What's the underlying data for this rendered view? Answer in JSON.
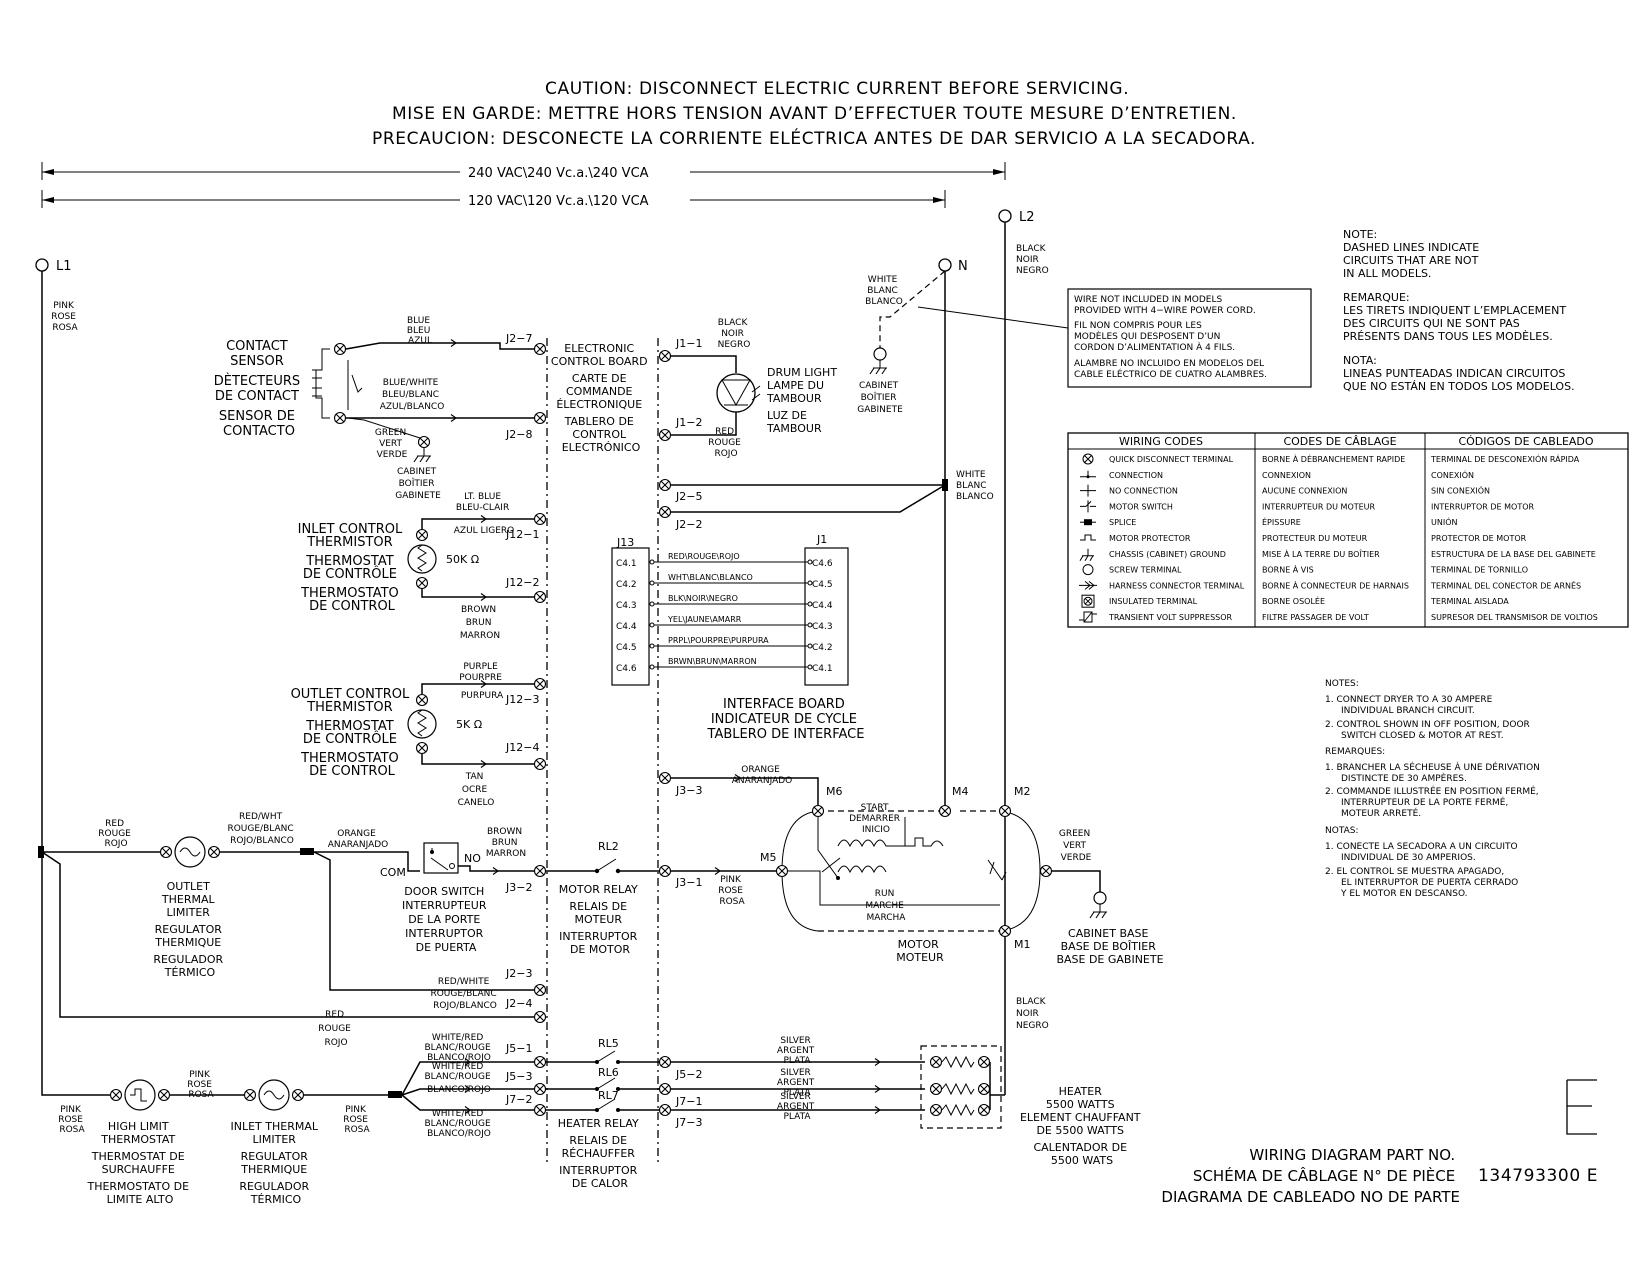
{
  "caution": [
    "CAUTION: DISCONNECT ELECTRIC CURRENT BEFORE SERVICING.",
    "MISE EN GARDE: METTRE HORS TENSION AVANT D’EFFECTUER TOUTE MESURE D’ENTRETIEN.",
    "PRECAUCION: DESCONECTE LA CORRIENTE ELÉCTRICA ANTES DE DAR SERVICIO A LA SECADORA."
  ],
  "voltage_240": "240 VAC\\240 Vc.a.\\240 VCA",
  "voltage_120": "120 VAC\\120 Vc.a.\\120 VCA",
  "terminals": {
    "l1": "L1",
    "l2": "L2",
    "n": "N"
  },
  "wires": {
    "pink_l1": [
      "PINK",
      "ROSE",
      "ROSA"
    ],
    "black_l2": [
      "BLACK",
      "NOIR",
      "NEGRO"
    ],
    "white_n": [
      "WHITE",
      "BLANC",
      "BLANCO"
    ],
    "blue": [
      "BLUE",
      "BLEU",
      "AZUL"
    ],
    "blue_white": [
      "BLUE/WHITE",
      "BLEU/BLANC",
      "AZUL/BLANCO"
    ],
    "green_sensor": [
      "GREEN",
      "VERT",
      "VERDE"
    ],
    "cabinet_sensor": [
      "CABINET",
      "BOÎTIER",
      "GABINETE"
    ],
    "black_light": [
      "BLACK",
      "NOIR",
      "NEGRO"
    ],
    "red_light": [
      "RED",
      "ROUGE",
      "ROJO"
    ],
    "white_board": [
      "WHITE",
      "BLANC",
      "BLANCO"
    ],
    "cabinet_n": [
      "CABINET",
      "BOÎTIER",
      "GABINETE"
    ],
    "lt_blue": [
      "LT. BLUE",
      "BLEU-CLAIR",
      "AZUL LIGERO"
    ],
    "brown_inlet": [
      "BROWN",
      "BRUN",
      "MARRON"
    ],
    "purple": [
      "PURPLE",
      "POURPRE",
      "PURPURA"
    ],
    "tan": [
      "TAN",
      "OCRE",
      "CANELO"
    ],
    "red_left": [
      "RED",
      "ROUGE",
      "ROJO"
    ],
    "red_wht_left": [
      "RED/WHT",
      "ROUGE/BLANC",
      "ROJO/BLANCO"
    ],
    "orange_door": [
      "ORANGE",
      "ANARANJADO"
    ],
    "brown_door": [
      "BROWN",
      "BRUN",
      "MARRON"
    ],
    "red_white_j23": [
      "RED/WHITE",
      "ROUGE/BLANC",
      "ROJO/BLANCO"
    ],
    "red_j24": [
      "RED",
      "ROUGE",
      "ROJO"
    ],
    "orange_j33": [
      "ORANGE",
      "ANARANJADO"
    ],
    "pink_j31": [
      "PINK",
      "ROSE",
      "ROSA"
    ],
    "green_motor": [
      "GREEN",
      "VERT",
      "VERDE"
    ],
    "black_m1": [
      "BLACK",
      "NOIR",
      "NEGRO"
    ],
    "pink_bottom_left": [
      "PINK",
      "ROSE",
      "ROSA"
    ],
    "pink_mid1": [
      "PINK",
      "ROSE",
      "ROSA"
    ],
    "pink_mid2": [
      "PINK",
      "ROSE",
      "ROSA"
    ],
    "white_red_1": [
      "WHITE/RED",
      "BLANC/ROUGE",
      "BLANCO/ROJO"
    ],
    "white_red_2": [
      "WHITE/RED",
      "BLANC/ROUGE",
      "BLANCO/ROJO"
    ],
    "white_red_3": [
      "WHITE/RED",
      "BLANC/ROUGE",
      "BLANCO/ROJO"
    ],
    "silver_1": [
      "SILVER",
      "ARGENT",
      "PLATA"
    ],
    "silver_2": [
      "SILVER",
      "ARGENT",
      "PLATA"
    ],
    "silver_3": [
      "SILVER",
      "ARGENT",
      "PLATA"
    ]
  },
  "components": {
    "contact_sensor": [
      "CONTACT",
      "SENSOR",
      "DÈTECTEURS",
      "DE CONTACT",
      "SENSOR DE",
      "CONTACTO"
    ],
    "control_board": [
      "ELECTRONIC",
      "CONTROL BOARD",
      "CARTE DE",
      "COMMANDE",
      "ÉLECTRONIQUE",
      "TABLERO DE",
      "CONTROL",
      "ELECTRÓNICO"
    ],
    "drum_light": [
      "DRUM LIGHT",
      "LAMPE DU",
      "TAMBOUR",
      "LUZ DE",
      "TAMBOUR"
    ],
    "inlet_thermistor": [
      "INLET CONTROL",
      "THERMISTOR",
      "THERMOSTAT",
      "DE CONTRÔLE",
      "THERMOSTATO",
      "DE CONTROL"
    ],
    "inlet_ohms": "50K Ω",
    "outlet_thermistor": [
      "OUTLET CONTROL",
      "THERMISTOR",
      "THERMOSTAT",
      "DE CONTRÔLE",
      "THERMOSTATO",
      "DE CONTROL"
    ],
    "outlet_ohms": "5K Ω",
    "interface_board": [
      "INTERFACE BOARD",
      "INDICATEUR DE CYCLE",
      "TABLERO DE INTERFACE"
    ],
    "outlet_limiter": [
      "OUTLET",
      "THERMAL",
      "LIMITER",
      "REGULATOR",
      "THERMIQUE",
      "REGULADOR",
      "TÉRMICO"
    ],
    "door_switch": [
      "DOOR SWITCH",
      "INTERRUPTEUR",
      "DE LA PORTE",
      "INTERRUPTOR",
      "DE PUERTA"
    ],
    "motor_relay": [
      "MOTOR RELAY",
      "RELAIS DE",
      "MOTEUR",
      "INTERRUPTOR",
      "DE MOTOR"
    ],
    "motor": [
      "MOTOR",
      "MOTEUR"
    ],
    "start": [
      "START",
      "DEMARRER",
      "INICIO"
    ],
    "run": [
      "RUN",
      "MARCHE",
      "MARCHA"
    ],
    "cabinet_base": [
      "CABINET BASE",
      "BASE DE BOÎTIER",
      "BASE DE GABINETE"
    ],
    "high_limit": [
      "HIGH LIMIT",
      "THERMOSTAT",
      "THERMOSTAT DE",
      "SURCHAUFFE",
      "THERMOSTATO DE",
      "LIMITE ALTO"
    ],
    "inlet_limiter": [
      "INLET THERMAL",
      "LIMITER",
      "REGULATOR",
      "THERMIQUE",
      "REGULADOR",
      "TÉRMICO"
    ],
    "heater_relay": [
      "HEATER RELAY",
      "RELAIS DE",
      "RÉCHAUFFER",
      "INTERRUPTOR",
      "DE CALOR"
    ],
    "heater": [
      "HEATER",
      "5500 WATTS",
      "ELEMENT CHAUFFANT",
      "DE 5500 WATTS",
      "CALENTADOR DE",
      "5500 WATS"
    ]
  },
  "pins": {
    "j2_7": "J2−7",
    "j2_8": "J2−8",
    "j1_1": "J1−1",
    "j1_2": "J1−2",
    "j2_5": "J2−5",
    "j2_2": "J2−2",
    "j12_1": "J12−1",
    "j12_2": "J12−2",
    "j12_3": "J12−3",
    "j12_4": "J12−4",
    "j3_3": "J3−3",
    "j3_2": "J3−2",
    "j3_1": "J3−1",
    "j2_3": "J2−3",
    "j2_4": "J2−4",
    "j5_1": "J5−1",
    "j5_3": "J5−3",
    "j7_2": "J7−2",
    "j5_2": "J5−2",
    "j7_1": "J7−1",
    "j7_3": "J7−3",
    "j13": "J13",
    "j1": "J1",
    "rl2": "RL2",
    "rl5": "RL5",
    "rl6": "RL6",
    "rl7": "RL7",
    "m1": "M1",
    "m2": "M2",
    "m4": "M4",
    "m5": "M5",
    "m6": "M6",
    "no": "NO",
    "com": "COM"
  },
  "harness": {
    "left_pins": [
      "C4.1",
      "C4.2",
      "C4.3",
      "C4.4",
      "C4.5",
      "C4.6"
    ],
    "right_pins": [
      "C4.6",
      "C4.5",
      "C4.4",
      "C4.3",
      "C4.2",
      "C4.1"
    ],
    "wires": [
      "RED\\ROUGE\\ROJO",
      "WHT\\BLANC\\BLANCO",
      "BLK\\NOIR\\NEGRO",
      "YEL\\JAUNE\\AMARR",
      "PRPL\\POURPRE\\PURPURA",
      "BRWN\\BRUN\\MARRON"
    ]
  },
  "wire_note": [
    "WIRE NOT INCLUDED IN MODELS",
    "PROVIDED WITH 4−WIRE POWER CORD.",
    "FIL NON COMPRIS POUR LES",
    "MODÈLES QUI DESPOSENT D’UN",
    "CORDON D’ALIMENTATION À 4 FILS.",
    "ALAMBRE NO INCLUIDO EN MODELOS DEL",
    "CABLE ELÉCTRICO DE CUATRO ALAMBRES."
  ],
  "dashed_note": [
    "NOTE:",
    "DASHED LINES INDICATE",
    "CIRCUITS THAT ARE NOT",
    "IN ALL MODELS.",
    "REMARQUE:",
    "LES TIRETS INDIQUENT L’EMPLACEMENT",
    "DES CIRCUITS QUI NE SONT PAS",
    "PRÉSENTS DANS TOUS LES MODÈLES.",
    "NOTA:",
    "LINEAS PUNTEADAS INDICAN CIRCUITOS",
    "QUE NO ESTÁN EN TODOS LOS MODELOS."
  ],
  "wiring_codes": {
    "headers": [
      "WIRING CODES",
      "CODES DE CÂBLAGE",
      "CÓDIGOS DE CABLEADO"
    ],
    "rows": [
      [
        "QUICK DISCONNECT TERMINAL",
        "BORNE À DÉBRANCHEMENT RAPIDE",
        "TERMINAL DE DESCONEXIÓN RÁPIDA"
      ],
      [
        "CONNECTION",
        "CONNEXION",
        "CONEXIÓN"
      ],
      [
        "NO CONNECTION",
        "AUCUNE CONNEXION",
        "SIN CONEXIÓN"
      ],
      [
        "MOTOR SWITCH",
        "INTERRUPTEUR DU MOTEUR",
        "INTERRUPTOR DE MOTOR"
      ],
      [
        "SPLICE",
        "ÉPISSURE",
        "UNIÓN"
      ],
      [
        "MOTOR PROTECTOR",
        "PROTECTEUR DU MOTEUR",
        "PROTECTOR DE MOTOR"
      ],
      [
        "CHASSIS (CABINET) GROUND",
        "MISE À LA TERRE DU BOÎTIER",
        "ESTRUCTURA DE LA BASE DEL GABINETE"
      ],
      [
        "SCREW TERMINAL",
        "BORNE À VIS",
        "TERMINAL DE TORNILLO"
      ],
      [
        "HARNESS CONNECTOR TERMINAL",
        "BORNE À CONNECTEUR DE HARNAIS",
        "TERMINAL DEL CONECTOR DE ARNÉS"
      ],
      [
        "INSULATED TERMINAL",
        "BORNE OSOLÉE",
        "TERMINAL AISLADA"
      ],
      [
        "TRANSIENT VOLT SUPPRESSOR",
        "FILTRE PASSAGER DE VOLT",
        "SUPRESOR DEL TRANSMISOR DE VOLTIOS"
      ]
    ],
    "icons": [
      "quick-disconnect-icon",
      "connection-icon",
      "no-connection-icon",
      "motor-switch-icon",
      "splice-icon",
      "motor-protector-icon",
      "chassis-ground-icon",
      "screw-terminal-icon",
      "harness-connector-icon",
      "insulated-terminal-icon",
      "transient-suppressor-icon"
    ]
  },
  "notes": [
    "NOTES:",
    "1. CONNECT DRYER TO A 30 AMPERE",
    "INDIVIDUAL BRANCH CIRCUIT.",
    "2. CONTROL SHOWN IN OFF POSITION, DOOR",
    "SWITCH CLOSED & MOTOR AT REST.",
    "REMARQUES:",
    "1. BRANCHER LA SÉCHEUSE À UNE DÉRIVATION",
    "DISTINCTE DE 30 AMPÈRES.",
    "2. COMMANDE ILLUSTRÉE EN POSITION FERMÉ,",
    "INTERRUPTEUR DE LA PORTE FERMÉ,",
    "MOTEUR ARRETÉ.",
    "NOTAS:",
    "1. CONECTE LA SECADORA A UN CIRCUITO",
    "INDIVIDUAL DE 30 AMPERIOS.",
    "2. EL CONTROL SE MUESTRA APAGADO,",
    "EL INTERRUPTOR DE PUERTA CERRADO",
    "Y EL MOTOR EN DESCANSO."
  ],
  "part_number": {
    "lines": [
      "WIRING DIAGRAM PART NO.",
      "SCHÉMA DE CÂBLAGE N° DE PIÈCE",
      "DIAGRAMA DE CABLEADO NO DE PARTE"
    ],
    "number": "134793300 E",
    "revision": "E"
  }
}
